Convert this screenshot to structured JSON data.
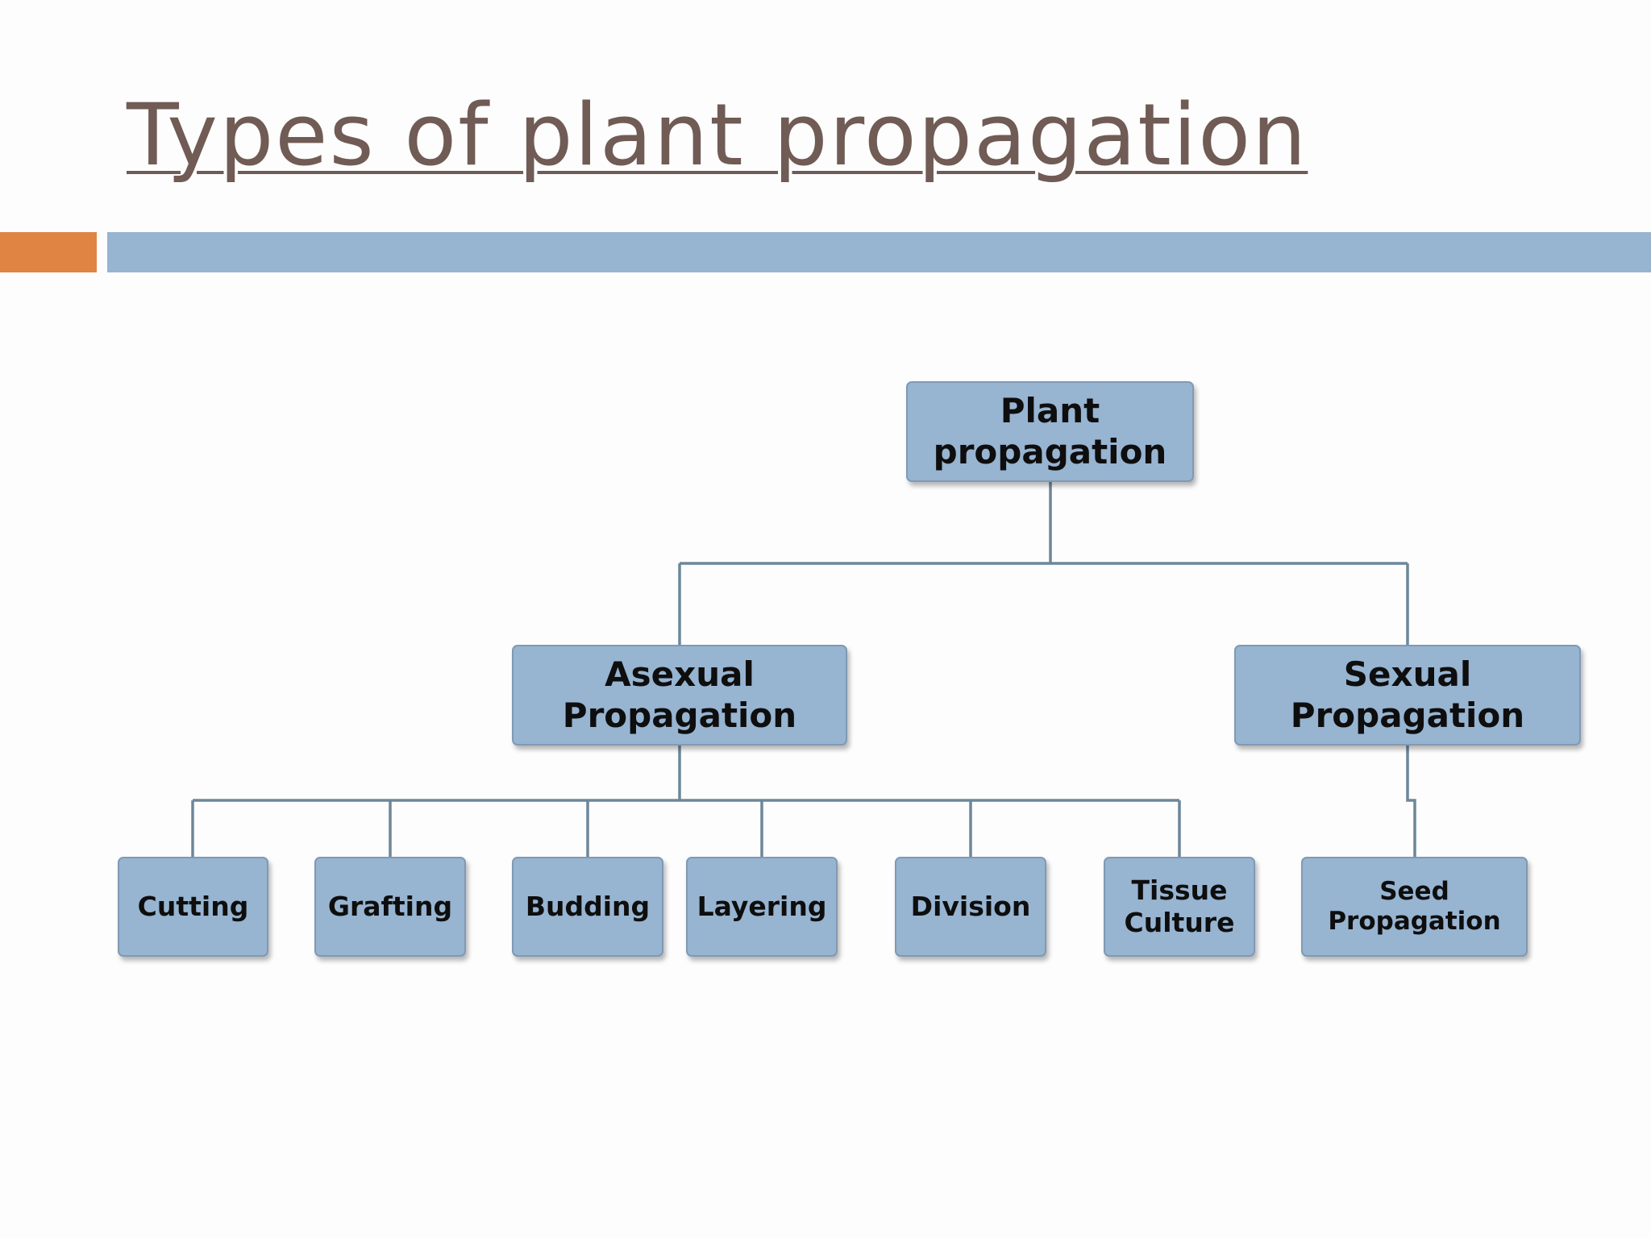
{
  "slide": {
    "title": "Types of plant propagation"
  },
  "colors": {
    "title": "#705b55",
    "accent_orange": "#e08444",
    "accent_blue": "#97b4d1",
    "node_fill": "#97b4d1",
    "connector": "#6d8799"
  },
  "tree": {
    "root": {
      "label_line1": "Plant",
      "label_line2": "propagation"
    },
    "asexual": {
      "label_line1": "Asexual",
      "label_line2": "Propagation",
      "children": [
        {
          "label": "Cutting"
        },
        {
          "label": "Grafting"
        },
        {
          "label": "Budding"
        },
        {
          "label": "Layering"
        },
        {
          "label": "Division"
        },
        {
          "label_line1": "Tissue",
          "label_line2": "Culture"
        }
      ]
    },
    "sexual": {
      "label_line1": "Sexual",
      "label_line2": "Propagation",
      "children": [
        {
          "label_line1": "Seed",
          "label_line2": "Propagation"
        }
      ]
    }
  }
}
